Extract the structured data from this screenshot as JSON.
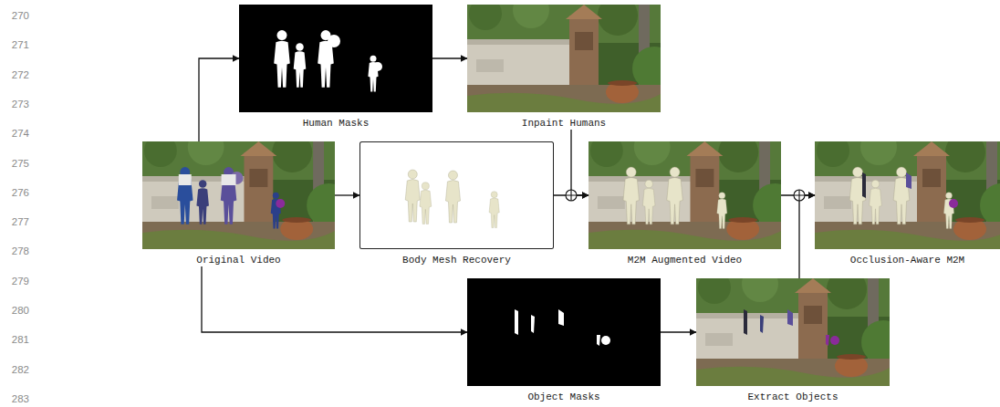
{
  "diagram": {
    "nodes": [
      {
        "text": [
          "Human Masks"
        ]
      },
      {
        "text": [
          "Inpaint Humans"
        ]
      },
      {
        "text": [
          "Original Video"
        ]
      },
      {
        "text": [
          "Body Mesh Recovery"
        ]
      },
      {
        "text": [
          "M2M Augmented Video"
        ]
      },
      {
        "text": [
          "Occlusion-Aware M2M"
        ]
      },
      {
        "text": [
          "Object Masks"
        ]
      },
      {
        "text": [
          "Extract Objects"
        ]
      }
    ],
    "edges": [
      {
        "from": 2,
        "to": 0,
        "arrow": "to"
      },
      {
        "from": 0,
        "to": 1,
        "arrow": "to"
      },
      {
        "from": 2,
        "to": 3,
        "arrow": "to"
      },
      {
        "from": 3,
        "to": 4,
        "arrow": "to"
      },
      {
        "from": 1,
        "to": 4,
        "arrow": "to"
      },
      {
        "from": 2,
        "to": 6,
        "arrow": "to"
      },
      {
        "from": 6,
        "to": 7,
        "arrow": "to"
      },
      {
        "from": 4,
        "to": 5,
        "arrow": "to"
      },
      {
        "from": 7,
        "to": 5,
        "arrow": "to"
      }
    ],
    "labels": [
      "270",
      "271",
      "272",
      "273",
      "274",
      "275",
      "276",
      "277",
      "278",
      "279",
      "280",
      "281",
      "282",
      "283"
    ]
  }
}
